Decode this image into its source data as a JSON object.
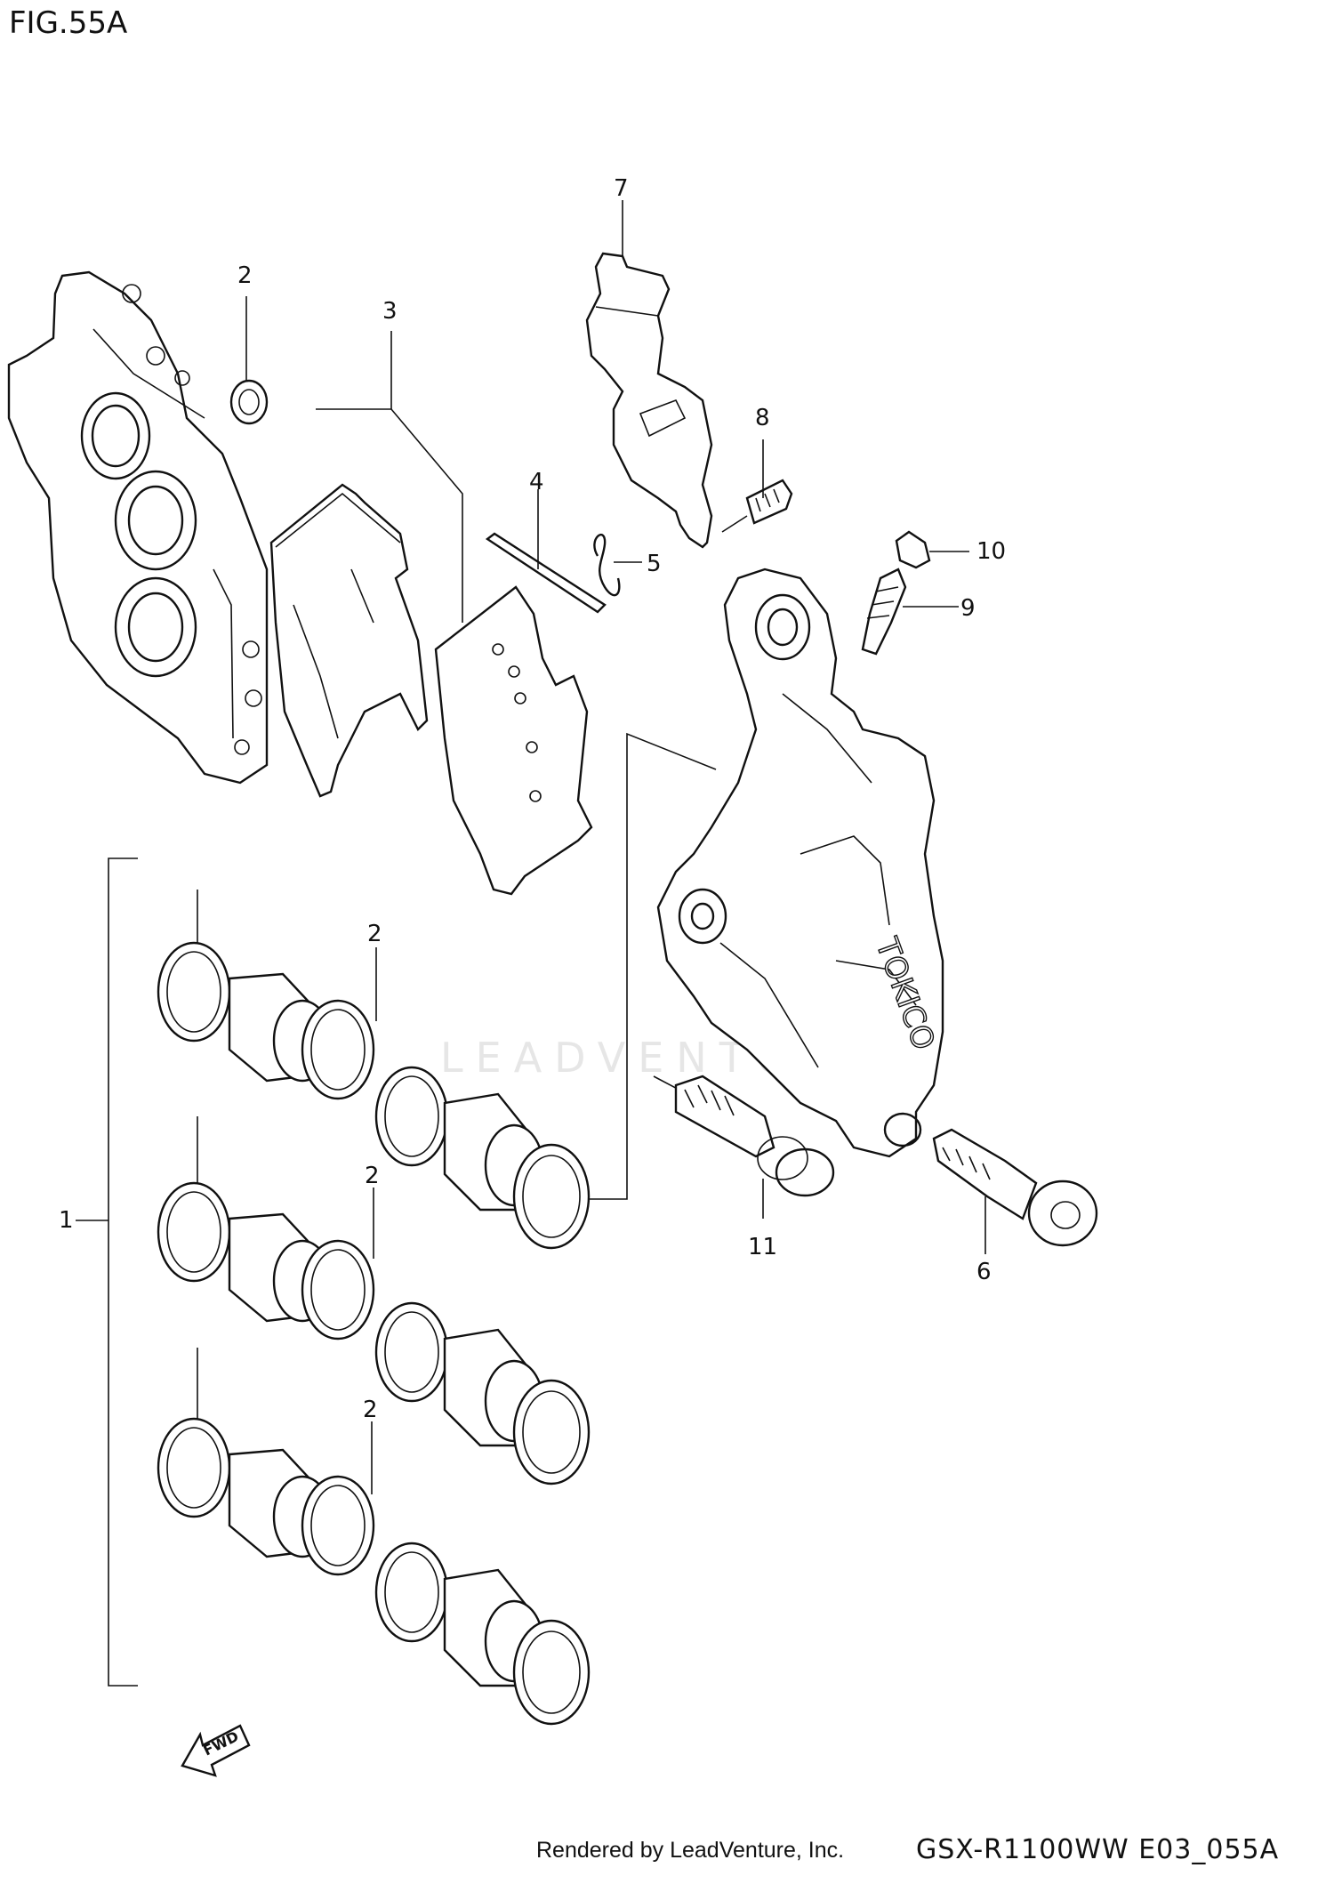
{
  "figure": {
    "title": "FIG.55A"
  },
  "watermark": "LEADVENTURE",
  "callouts": {
    "c1": "1",
    "c2a": "2",
    "c2b": "2",
    "c2c": "2",
    "c2d": "2",
    "c3": "3",
    "c4": "4",
    "c5": "5",
    "c6": "6",
    "c7": "7",
    "c8": "8",
    "c9": "9",
    "c10": "10",
    "c11": "11"
  },
  "fwd": "FWD",
  "footer": {
    "rendered_by": "Rendered by LeadVenture, Inc.",
    "code": "GSX-R1100WW  E03_055A"
  }
}
